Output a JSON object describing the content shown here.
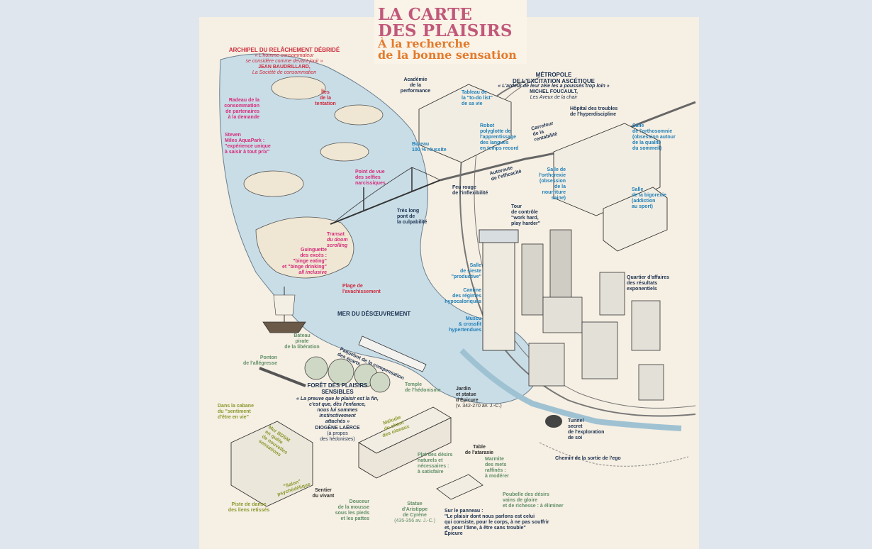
{
  "title": {
    "line1": "LA CARTE",
    "line2": "DES PLAISIRS",
    "subtitle1": "À la recherche",
    "subtitle2": "de la bonne sensation"
  },
  "regions": {
    "archipel": {
      "name": "ARCHIPEL DU RELÂCHEMENT DÉBRIDÉ",
      "quote1": "« L'homme-consommateur",
      "quote2": "se considère comme devant-jouir »",
      "author": "JEAN BAUDRILLARD,",
      "work": "La Société de consommation"
    },
    "metropole": {
      "name1": "MÉTROPOLE",
      "name2": "DE L'EXCITATION ASCÉTIQUE",
      "quote": "« L'ardeur de leur zèle les a poussés trop loin »",
      "author": "MICHEL FOUCAULT,",
      "work": "Les Aveux de la chair"
    },
    "mer": {
      "name": "MER DU DÉSŒUVREMENT"
    },
    "foret": {
      "name1": "FORÊT DES PLAISIRS",
      "name2": "SENSIBLES",
      "quote1": "« La preuve que le plaisir est la fin,",
      "quote2": "c'est que, dès l'enfance,",
      "quote3": "nous lui sommes",
      "quote4": "instinctivement",
      "quote5": "attachés »",
      "author": "DIOGÈNE LAËRCE",
      "work1": "(à propos",
      "work2": "des hédonistes)"
    }
  },
  "places": {
    "radeau": [
      "Radeau de la",
      "consommation",
      "de partenaires",
      "à la demande"
    ],
    "iles": [
      "Îles",
      "de la",
      "tentation"
    ],
    "aquapark": [
      "Steven",
      "Miles AquaPark :",
      "\"expérience unique",
      "à saisir à tout prix\""
    ],
    "selfies": [
      "Point de vue",
      "des selfies",
      "narcissiques"
    ],
    "pont": [
      "Très long",
      "pont de",
      "la culpabilité"
    ],
    "feurouge": [
      "Feu rouge",
      "de l'inflexibilité"
    ],
    "transat": [
      "Transat",
      "du doom",
      "scrolling"
    ],
    "guinguette": [
      "Guinguette",
      "des excès :",
      "\"binge eating\"",
      "et \"binge drinking\"",
      "all inclusive"
    ],
    "plage": [
      "Plage de",
      "l'avachissement"
    ],
    "bateau": [
      "Bateau",
      "pirate",
      "de la libération"
    ],
    "paquebot": [
      "Paquebot de la compensation",
      "des écarts"
    ],
    "ponton": [
      "Ponton",
      "de l'allégresse"
    ],
    "temple": [
      "Temple",
      "de l'hédonisme"
    ],
    "jardin": [
      "Jardin",
      "et statue",
      "d'Épicure",
      "(v. 342-270 av. J.-C.)"
    ],
    "melodie": [
      "Mélodie",
      "du chant",
      "des oiseaux"
    ],
    "cabane": [
      "Dans la cabane",
      "du \"sentiment",
      "d'être en vie\""
    ],
    "mur": [
      "Mur BDSM",
      "en quête",
      "de nouvelles",
      "sensations"
    ],
    "salon": [
      "\"Salon\"",
      "psychédélique"
    ],
    "piste": [
      "Piste de danse",
      "des liens retissés"
    ],
    "sentier": [
      "Sentier",
      "du vivant"
    ],
    "douceur": [
      "Douceur",
      "de la mousse",
      "sous les pieds",
      "et les pattes"
    ],
    "aristippe": [
      "Statue",
      "d'Aristippe",
      "de Cyrène",
      "(435-356 av. J.-C.)"
    ],
    "plat": [
      "Plat des désirs",
      "naturels et",
      "nécessaires :",
      "à satisfaire"
    ],
    "table": [
      "Table",
      "de l'ataraxie"
    ],
    "marmite": [
      "Marmite",
      "des mets",
      "raffinés :",
      "à modérer"
    ],
    "poubelle": [
      "Poubelle des désirs",
      "vains de gloire",
      "et de richesse : à éliminer"
    ],
    "panneau": [
      "Sur le panneau :",
      "\"Le plaisir dont nous parlons est celui",
      "qui consiste, pour le corps, à ne pas souffrir",
      "et, pour l'âme, à être sans trouble\"",
      "Épicure"
    ],
    "tunnel": [
      "Tunnel",
      "secret",
      "de l'exploration",
      "de soi"
    ],
    "chemin": [
      "Chemin de la sortie de l'ego"
    ],
    "academie": [
      "Académie",
      "de la",
      "performance"
    ],
    "tableau": [
      "Tableau de",
      "la \"to-do list\"",
      "de sa vie"
    ],
    "robot": [
      "Robot",
      "polyglotte de",
      "l'apprentissage",
      "des langues",
      "en temps record"
    ],
    "bureau": [
      "Bureau",
      "100 % réussite"
    ],
    "carrefour": [
      "Carrefour",
      "de la",
      "rentabilité"
    ],
    "autoroute": [
      "Autoroute",
      "de l'efficacité"
    ],
    "hopital": [
      "Hôpital des troubles",
      "de l'hyperdiscipline"
    ],
    "orthosomnie": [
      "Salle",
      "de l'orthosomnie",
      "(obsession autour",
      "de la qualité",
      "du sommeil)"
    ],
    "orthorexie": [
      "Salle de",
      "l'orthorexie",
      "(obsession",
      "de la",
      "nourriture",
      "saine)"
    ],
    "bigorexie": [
      "Salle",
      "de la bigorexie",
      "(addiction",
      "au sport)"
    ],
    "tour": [
      "Tour",
      "de contrôle",
      "\"work hard,",
      "play harder\""
    ],
    "sieste": [
      "Salle",
      "de sieste",
      "\"productive\""
    ],
    "cantine": [
      "Cantine",
      "des régimes",
      "hypocaloriques"
    ],
    "muscu": [
      "Muscu",
      "& crossfit",
      "hypertendues"
    ],
    "quartier": [
      "Quartier d'affaires",
      "des résultats",
      "exponentiels"
    ]
  },
  "colors": {
    "background": "#dfe6ee",
    "paper": "#f6efe3",
    "water": "#c9dde7",
    "land": "#efe7d3",
    "title": "#c0587a",
    "subtitle": "#e37a2c",
    "navy": "#1b3150",
    "blue": "#1f7fb8",
    "pink": "#d52b7a",
    "green": "#5f8f68",
    "olive": "#8a9a2e"
  }
}
